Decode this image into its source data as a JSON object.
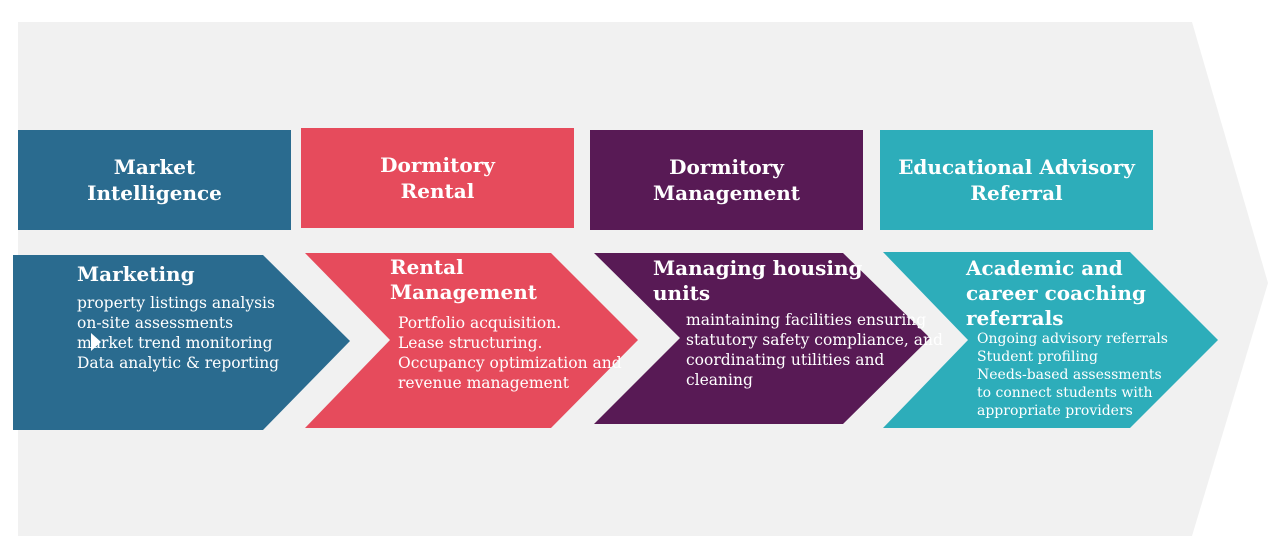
{
  "colors": {
    "background_arrow": "#f1f1f1",
    "blue": "#2a6b8f",
    "red": "#e64b5c",
    "purple": "#581a55",
    "teal": "#2dadba",
    "text": "#ffffff"
  },
  "headers": [
    {
      "label": "Market\nIntelligence"
    },
    {
      "label": "Dormitory\nRental"
    },
    {
      "label": "Dormitory\nManagement"
    },
    {
      "label": "Educational Advisory\nReferral"
    }
  ],
  "stages": [
    {
      "title": "Marketing",
      "items": [
        "property listings analysis",
        "on-site assessments",
        "market trend monitoring",
        "Data analytic & reporting"
      ]
    },
    {
      "title": "Rental\nManagement",
      "items": [
        "Portfolio acquisition.",
        "Lease structuring.",
        "Occupancy optimization and",
        "revenue management"
      ]
    },
    {
      "title": "Managing housing\nunits",
      "items": [
        "maintaining facilities ensuring",
        "statutory safety compliance, and",
        "coordinating utilities and",
        "cleaning"
      ]
    },
    {
      "title": "Academic and\ncareer coaching\nreferrals",
      "items": [
        "Ongoing advisory referrals",
        "Student profiling",
        "Needs-based assessments",
        "to connect students with",
        "appropriate providers"
      ]
    }
  ]
}
